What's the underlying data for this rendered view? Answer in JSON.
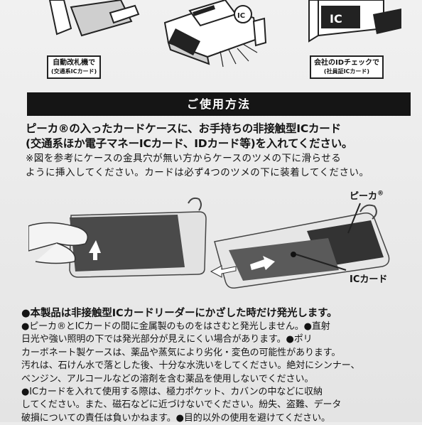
{
  "top_captions": {
    "left": {
      "line1": "自動改札機で",
      "line2": "(交通系ICカード)"
    },
    "right": {
      "line1": "会社のIDチェックで",
      "line2": "(社員証ICカード)"
    },
    "device_ic_label": "IC",
    "device_badge": "IC"
  },
  "section_title": "ご使用方法",
  "usage": {
    "line1": "ピーカ®の入ったカードケースに、お手持ちの非接触型ICカード",
    "line2": "(交通系ほか電子マネーICカード、IDカード等)を入れてください。",
    "note1": "※図を参考にケースの金具穴が無い方からケースのツメの下に滑らせる",
    "note2": "ように挿入してください。カードは必ず4つのツメの下に装着してください。"
  },
  "illustration_labels": {
    "piika": "ピーカ",
    "piika_mark": "®",
    "ic_card": "ICカード"
  },
  "cautions": {
    "line1": "●本製品は非接触型ICカードリーダーにかざした時だけ発光します。",
    "line2": "●ピーカ®とICカードの間に金属製のものをはさむと発光しません。●直射",
    "line3": "日光や強い照明の下では発光部分が見えにくい場合があります。●ポリ",
    "line4": "カーボネート製ケースは、薬品や蒸気により劣化・変色の可能性があります。",
    "line5": "汚れは、石けん水で落とした後、十分な水洗いをしてください。絶対にシンナー、",
    "line6": "ベンジン、アルコールなどの溶剤を含む薬品を使用しないでください。",
    "line7": "●ICカードを入れて使用する際は、極力ポケット、カバンの中などに収納",
    "line8": "してください。また、磁石などに近づけないでください。紛失、盗難、データ",
    "line9": "破損についての責任は負いかねます。●目的以外の使用を避けてください。"
  }
}
